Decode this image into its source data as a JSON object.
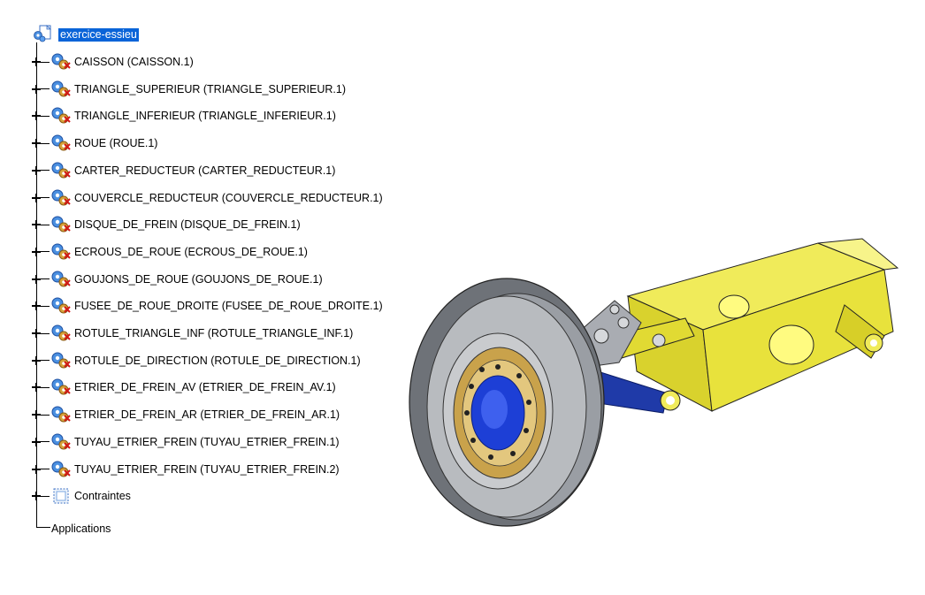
{
  "tree": {
    "root": {
      "label": "exercice-essieu",
      "icon": "product-document-icon"
    },
    "children": [
      {
        "label": "CAISSON (CAISSON.1)",
        "icon": "part-gears-icon"
      },
      {
        "label": "TRIANGLE_SUPERIEUR (TRIANGLE_SUPERIEUR.1)",
        "icon": "part-gears-icon"
      },
      {
        "label": "TRIANGLE_INFERIEUR (TRIANGLE_INFERIEUR.1)",
        "icon": "part-gears-icon"
      },
      {
        "label": "ROUE (ROUE.1)",
        "icon": "part-gears-icon"
      },
      {
        "label": "CARTER_REDUCTEUR (CARTER_REDUCTEUR.1)",
        "icon": "part-gears-icon"
      },
      {
        "label": "COUVERCLE_REDUCTEUR (COUVERCLE_REDUCTEUR.1)",
        "icon": "part-gears-icon"
      },
      {
        "label": "DISQUE_DE_FREIN (DISQUE_DE_FREIN.1)",
        "icon": "part-gears-icon"
      },
      {
        "label": "ECROUS_DE_ROUE (ECROUS_DE_ROUE.1)",
        "icon": "part-gears-icon"
      },
      {
        "label": "GOUJONS_DE_ROUE (GOUJONS_DE_ROUE.1)",
        "icon": "part-gears-icon"
      },
      {
        "label": "FUSEE_DE_ROUE_DROITE (FUSEE_DE_ROUE_DROITE.1)",
        "icon": "part-gears-icon"
      },
      {
        "label": "ROTULE_TRIANGLE_INF (ROTULE_TRIANGLE_INF.1)",
        "icon": "part-gears-icon"
      },
      {
        "label": "ROTULE_DE_DIRECTION (ROTULE_DE_DIRECTION.1)",
        "icon": "part-gears-icon"
      },
      {
        "label": "ETRIER_DE_FREIN_AV (ETRIER_DE_FREIN_AV.1)",
        "icon": "part-gears-icon"
      },
      {
        "label": "ETRIER_DE_FREIN_AR (ETRIER_DE_FREIN_AR.1)",
        "icon": "part-gears-icon"
      },
      {
        "label": "TUYAU_ETRIER_FREIN (TUYAU_ETRIER_FREIN.1)",
        "icon": "part-gears-icon"
      },
      {
        "label": "TUYAU_ETRIER_FREIN (TUYAU_ETRIER_FREIN.2)",
        "icon": "part-gears-icon"
      },
      {
        "label": "Contraintes",
        "icon": "constraints-icon"
      }
    ],
    "applications": {
      "label": "Applications"
    }
  },
  "colors": {
    "selection": "#0a64d8",
    "frame_yellow": "#e9e43c",
    "tire_grey": "#8a8d92",
    "hub_blue": "#1d3fd6",
    "rim_gold": "#c9a24b"
  }
}
